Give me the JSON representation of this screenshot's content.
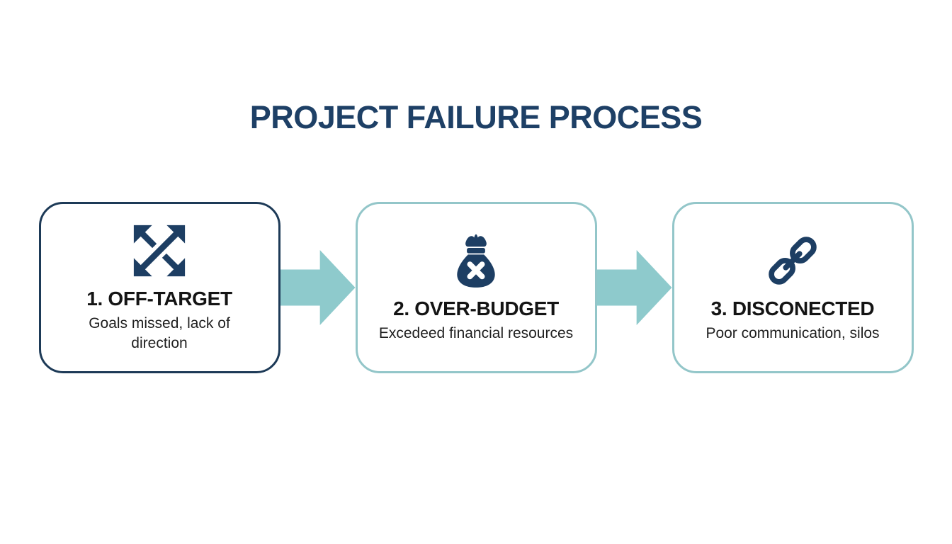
{
  "page": {
    "title": "PROJECT FAILURE PROCESS"
  },
  "steps": [
    {
      "icon": "diverging-arrows-icon",
      "title": "1. OFF-TARGET",
      "description": "Goals missed, lack of direction"
    },
    {
      "icon": "money-bag-x-icon",
      "title": "2. OVER-BUDGET",
      "description": "Excedeed financial resources"
    },
    {
      "icon": "chain-link-icon",
      "title": "3. DISCONECTED",
      "description": "Poor communication, silos"
    }
  ],
  "connectors": [
    {
      "type": "arrow-right"
    },
    {
      "type": "arrow-right"
    }
  ],
  "colors": {
    "title_navy": "#1e4066",
    "icon_navy": "#1d3e63",
    "card1_border_navy": "#1d3a57",
    "card_border_teal": "#93c6c9",
    "arrow_teal": "#8ecacc",
    "text_dark": "#141414",
    "background": "#ffffff"
  }
}
